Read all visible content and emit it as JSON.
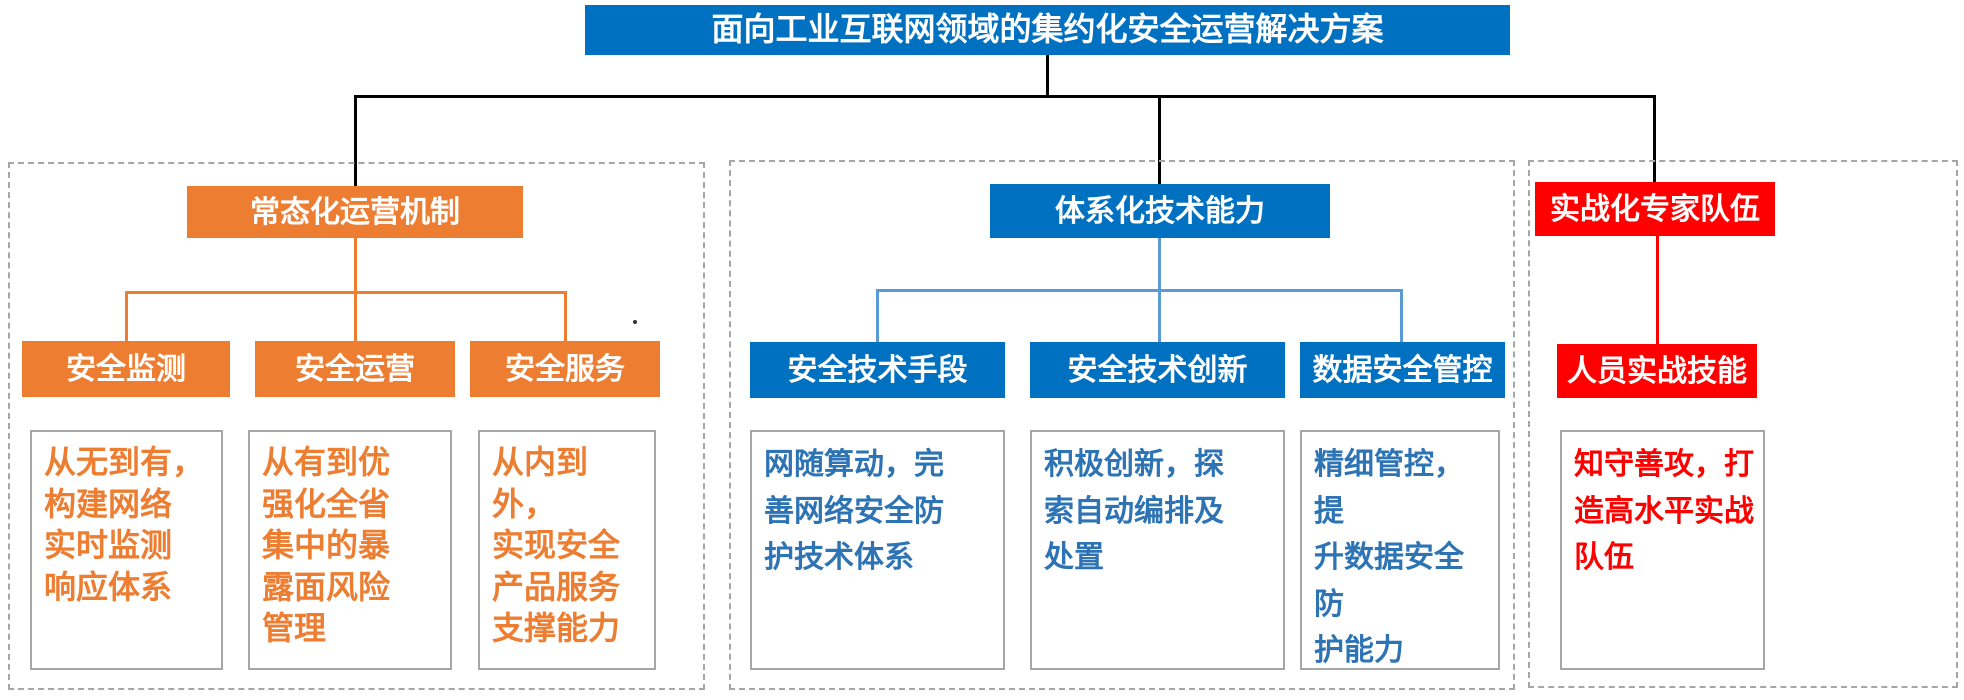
{
  "diagram": {
    "title": "面向工业互联网领域的集约化安全运营解决方案",
    "colors": {
      "primary_blue": "#0070C0",
      "orange": "#ED7D31",
      "red": "#FF0000",
      "connector_blue": "#5B9BD5",
      "desc_text_blue": "#2E74B5",
      "container_border_gray": "#A6A6A6"
    },
    "branches": [
      {
        "id": "operations",
        "header": "常态化运营机制",
        "children": [
          {
            "label": "安全监测",
            "desc": "从无到有，\n构建网络\n实时监测\n响应体系"
          },
          {
            "label": "安全运营",
            "desc": "从有到优\n强化全省\n集中的暴\n露面风险\n管理"
          },
          {
            "label": "安全服务",
            "desc": "从内到外，\n实现安全\n产品服务\n支撑能力"
          }
        ]
      },
      {
        "id": "technology",
        "header": "体系化技术能力",
        "children": [
          {
            "label": "安全技术手段",
            "desc": "网随算动，完\n善网络安全防\n护技术体系"
          },
          {
            "label": "安全技术创新",
            "desc": "积极创新，探\n索自动编排及\n处置"
          },
          {
            "label": "数据安全管控",
            "desc": "精细管控，提\n升数据安全防\n护能力"
          }
        ]
      },
      {
        "id": "experts",
        "header": "实战化专家队伍",
        "children": [
          {
            "label": "人员实战技能",
            "desc": "知守善攻，打\n造高水平实战\n队伍"
          }
        ]
      }
    ]
  }
}
